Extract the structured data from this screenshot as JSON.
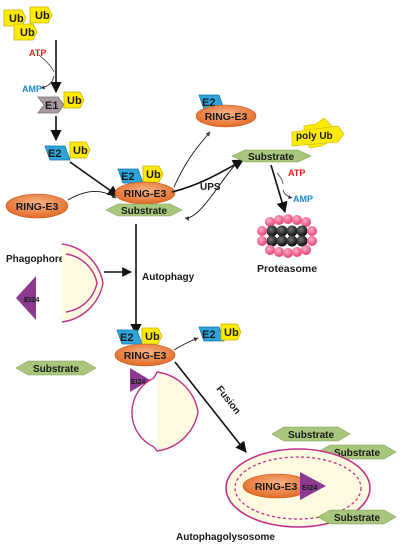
{
  "labels": {
    "ub": "Ub",
    "atp": "ATP",
    "amp": "AMP",
    "e1": "E1",
    "e2": "E2",
    "ring_e3": "RING-E3",
    "substrate": "Substrate",
    "ups": "UPS",
    "poly_ub": "poly Ub",
    "proteasome": "Proteasome",
    "phagophore": "Phagophore",
    "autophagy": "Autophagy",
    "ei24": "EI24",
    "fusion": "Fusion",
    "autophagolysosome": "Autophagolysosome"
  },
  "colors": {
    "ub": "#ffeb00",
    "e1": "#a89aa0",
    "e2": "#2ea3dc",
    "ring_e3": "#ef7f3d",
    "substrate": "#a9c77c",
    "ei24": "#8b3a8f",
    "atp": "#e02020",
    "amp": "#1e88c8",
    "phagophore_fill": "#fffbe0",
    "phagophore_edge": "#c0338a",
    "proteasome_core": "#2b2b2b",
    "proteasome_ring": "#f06090"
  }
}
